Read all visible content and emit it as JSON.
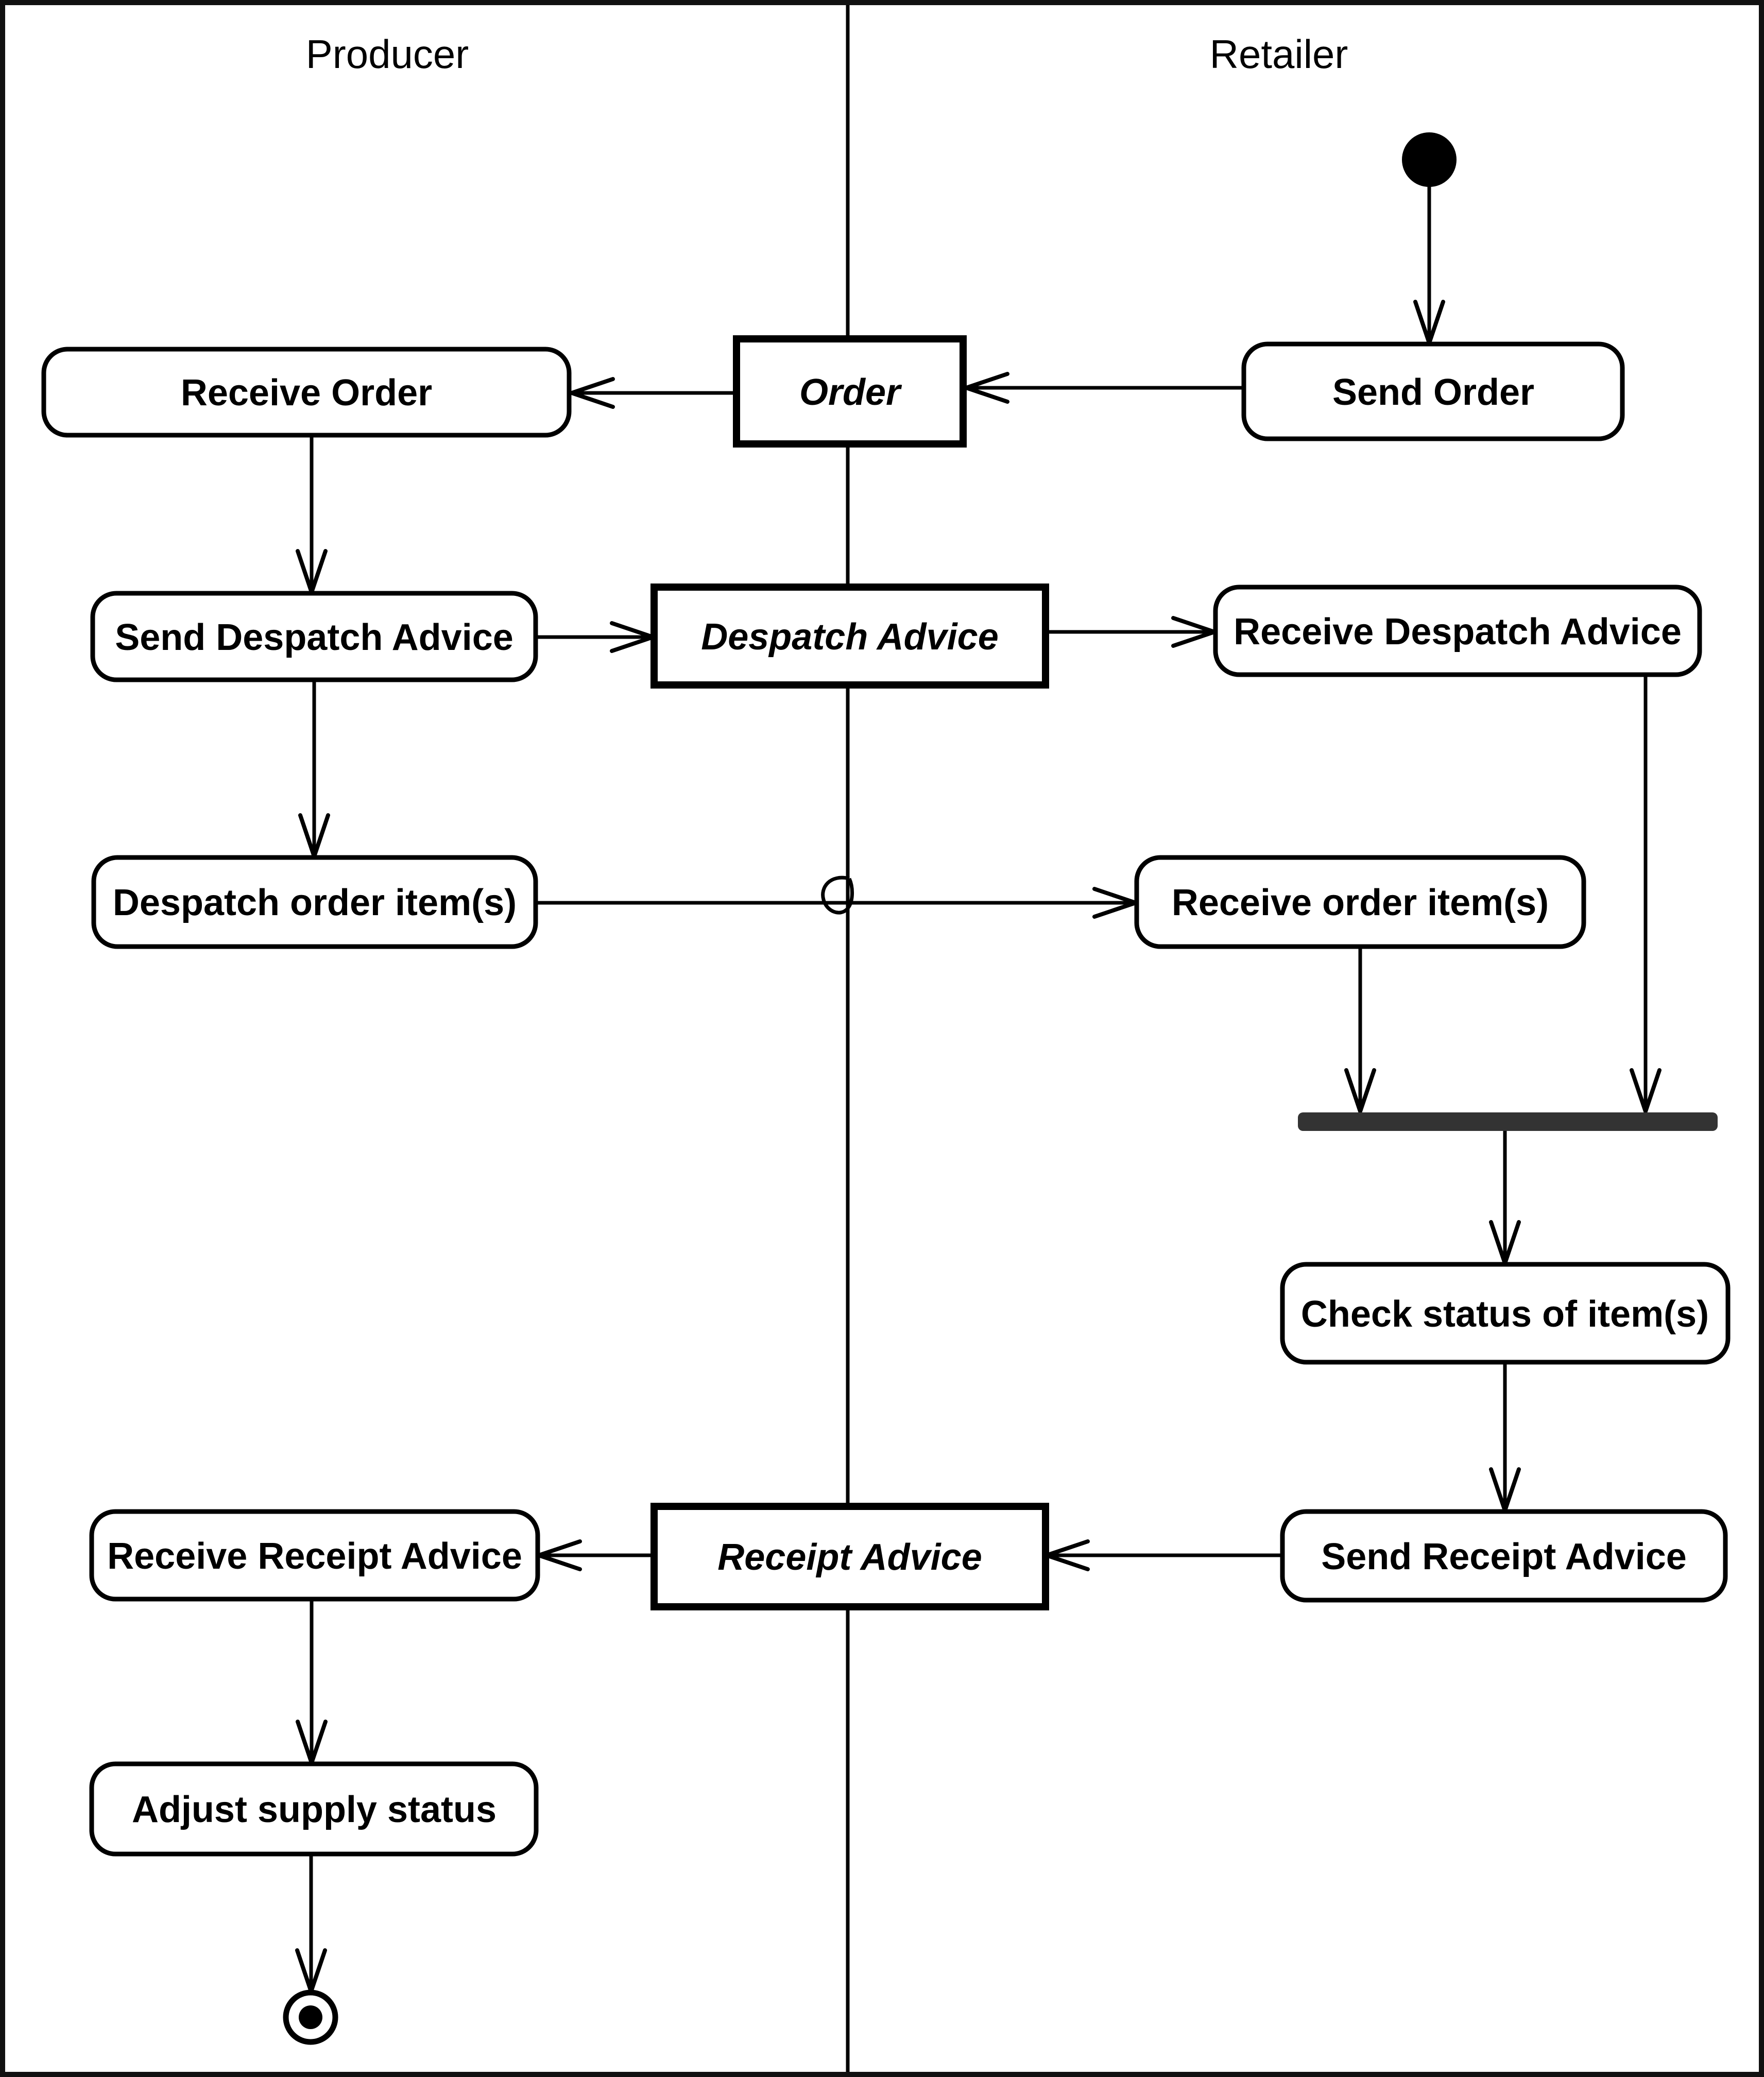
{
  "diagram": {
    "type": "uml-activity-swimlane",
    "colors": {
      "stroke": "#000000",
      "fill": "#ffffff",
      "join_bar": "#333333",
      "border": "#111111"
    },
    "lanes": [
      {
        "label": "Producer"
      },
      {
        "label": "Retailer"
      }
    ],
    "nodes": {
      "receive_order": "Receive Order",
      "order": "Order",
      "send_order": "Send Order",
      "send_despatch_advice": "Send Despatch Advice",
      "despatch_advice": "Despatch Advice",
      "receive_despatch_advice": "Receive Despatch Advice",
      "despatch_order_items": "Despatch order item(s)",
      "receive_order_items": "Receive order item(s)",
      "check_status": "Check status of item(s)",
      "send_receipt_advice": "Send Receipt Advice",
      "receipt_advice": "Receipt Advice",
      "receive_receipt_advice": "Receive Receipt Advice",
      "adjust_supply_status": "Adjust supply status"
    },
    "symbols": {
      "initial_node": "filled-circle",
      "final_node": "bullseye-circle",
      "join_bar": "synchronization-bar",
      "line_crossing": "loop-glyph"
    },
    "edges": [
      {
        "from": "initial_node",
        "to": "send_order"
      },
      {
        "from": "send_order",
        "to": "order"
      },
      {
        "from": "order",
        "to": "receive_order"
      },
      {
        "from": "receive_order",
        "to": "send_despatch_advice"
      },
      {
        "from": "send_despatch_advice",
        "to": "despatch_advice"
      },
      {
        "from": "despatch_advice",
        "to": "receive_despatch_advice"
      },
      {
        "from": "send_despatch_advice",
        "to": "despatch_order_items"
      },
      {
        "from": "despatch_order_items",
        "to": "receive_order_items"
      },
      {
        "from": "receive_order_items",
        "to": "join_bar"
      },
      {
        "from": "receive_despatch_advice",
        "to": "join_bar"
      },
      {
        "from": "join_bar",
        "to": "check_status"
      },
      {
        "from": "check_status",
        "to": "send_receipt_advice"
      },
      {
        "from": "send_receipt_advice",
        "to": "receipt_advice"
      },
      {
        "from": "receipt_advice",
        "to": "receive_receipt_advice"
      },
      {
        "from": "receive_receipt_advice",
        "to": "adjust_supply_status"
      },
      {
        "from": "adjust_supply_status",
        "to": "final_node"
      }
    ]
  }
}
